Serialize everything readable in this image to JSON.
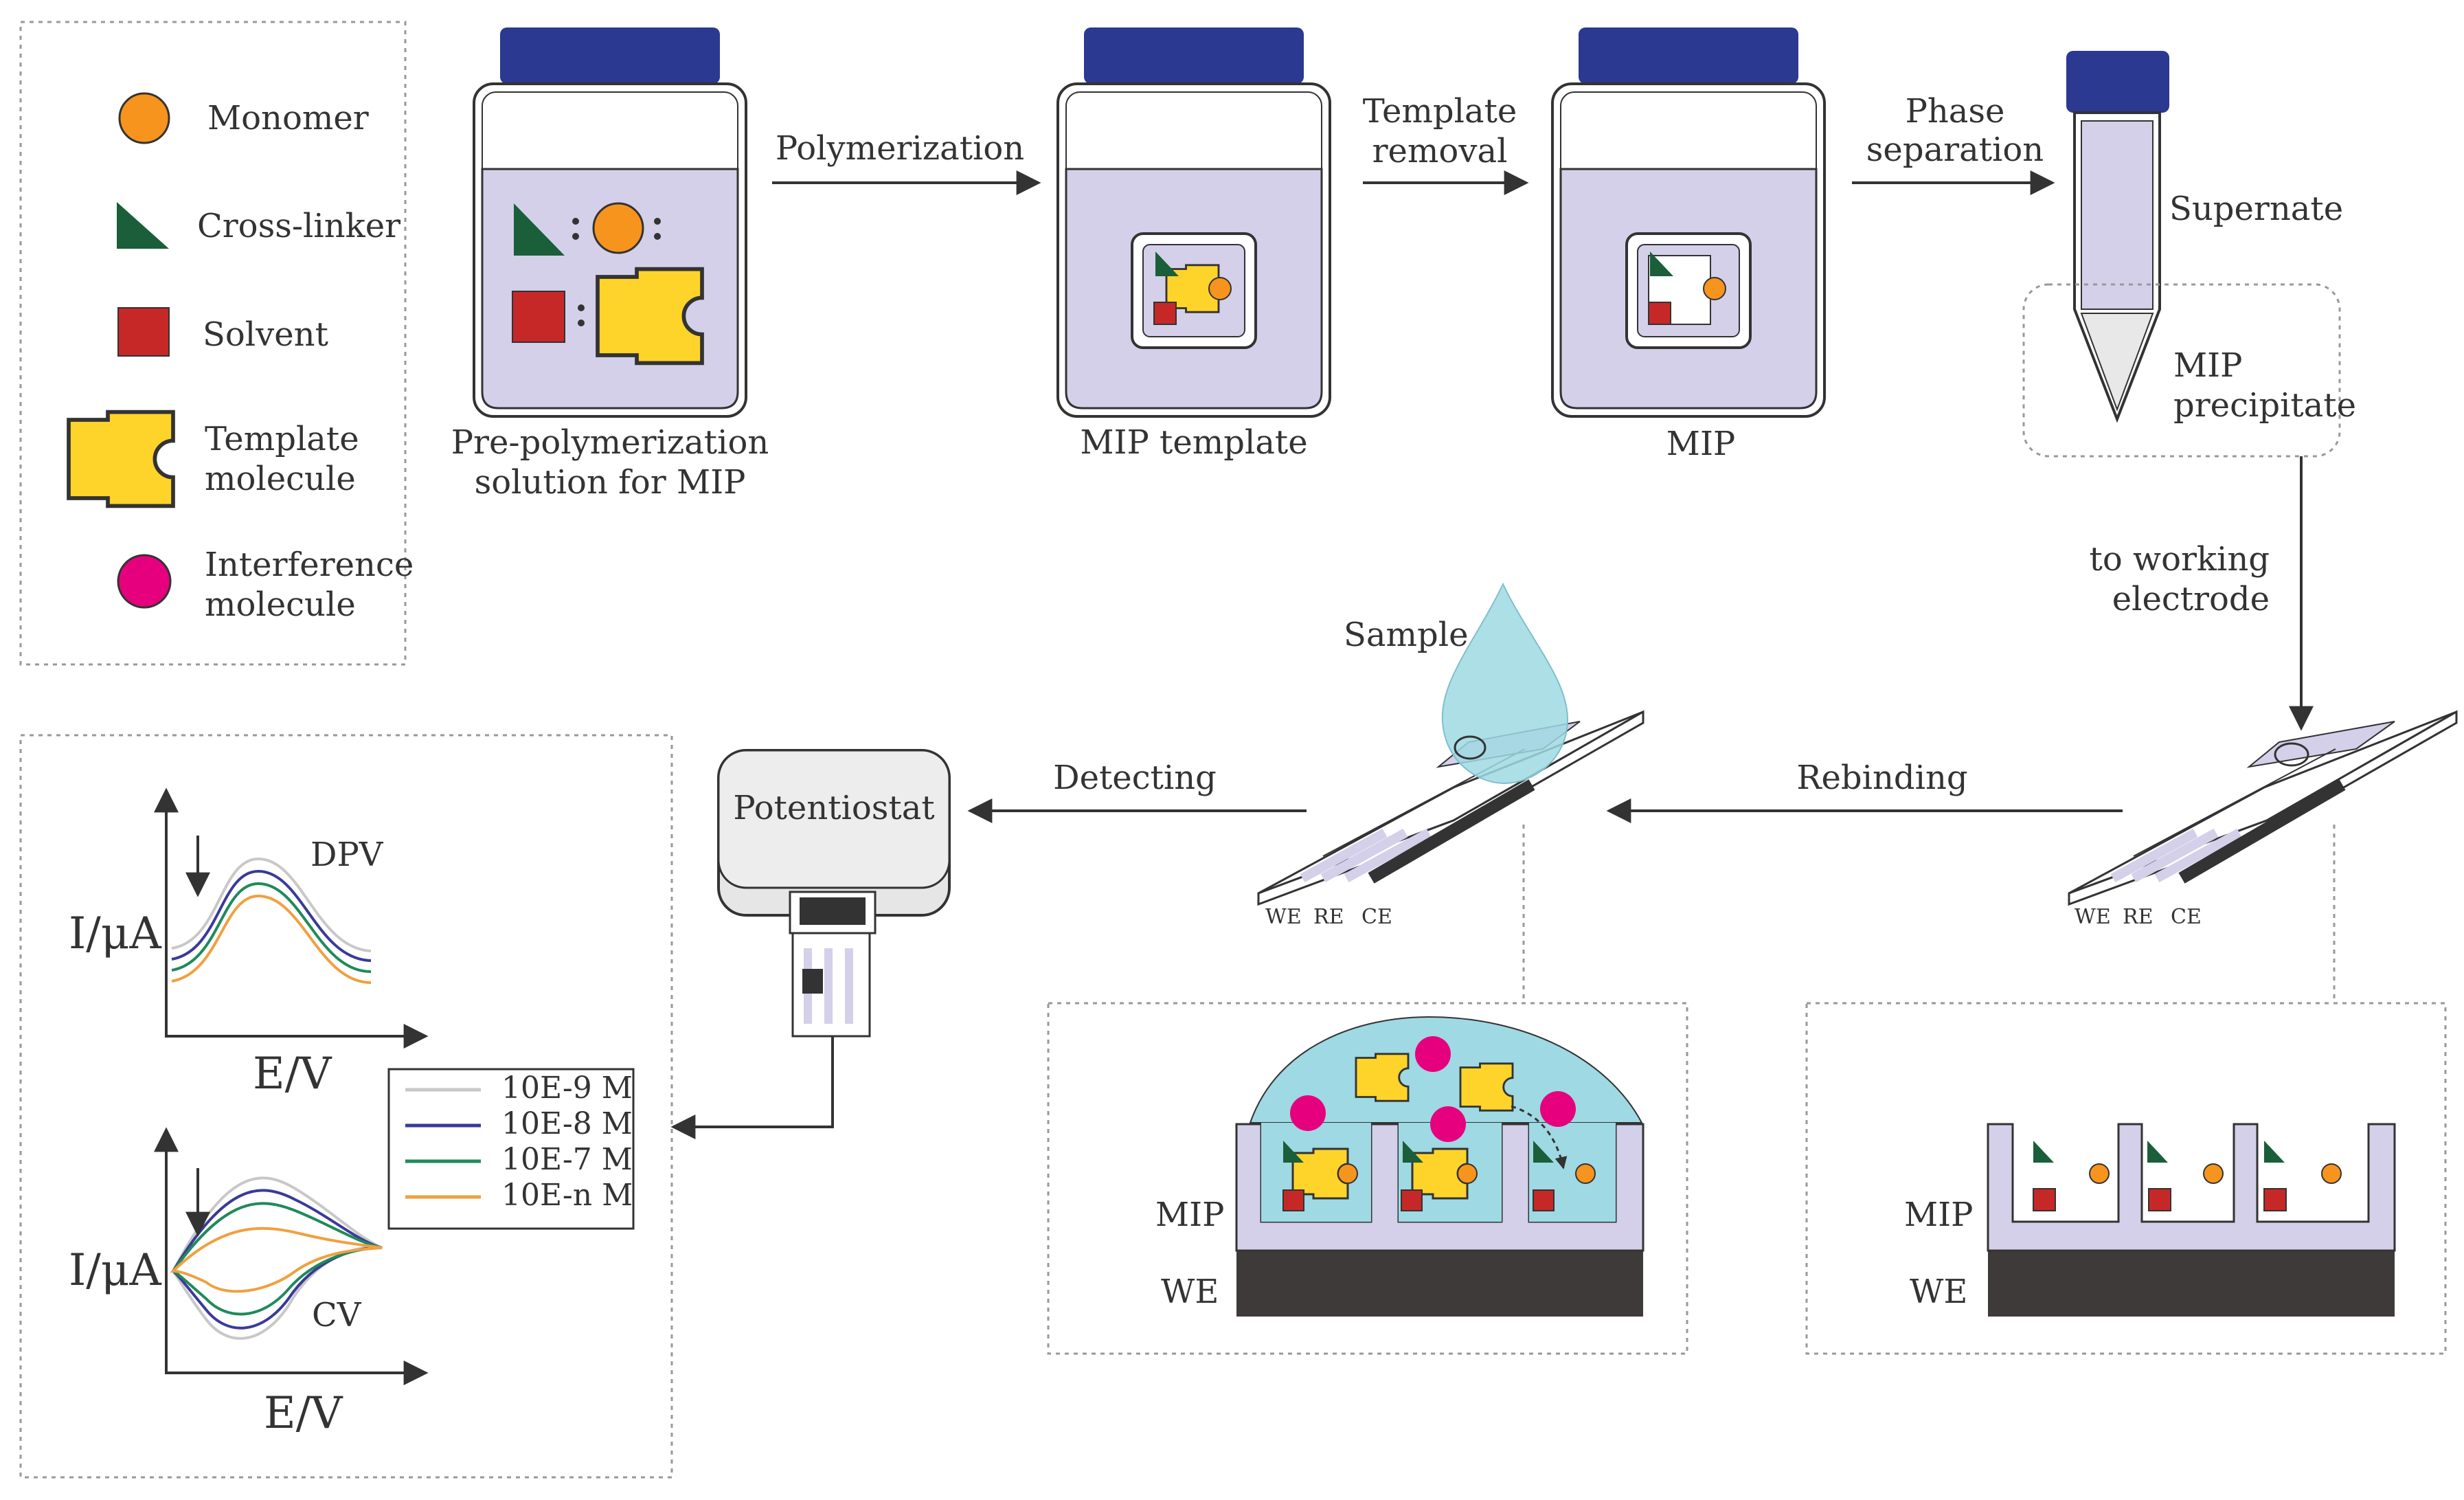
{
  "legend": {
    "items": [
      {
        "label": "Monomer"
      },
      {
        "label": "Cross-linker"
      },
      {
        "label": "Solvent"
      },
      {
        "label": "Template",
        "label2": "molecule"
      },
      {
        "label": "Interference",
        "label2": "molecule"
      }
    ]
  },
  "steps": {
    "prepoly_label1": "Pre-polymerization",
    "prepoly_label2": "solution for MIP",
    "polymerization": "Polymerization",
    "mip_template": "MIP template",
    "template_removal1": "Template",
    "template_removal2": "removal",
    "mip": "MIP",
    "phase_separation1": "Phase",
    "phase_separation2": "separation",
    "supernate": "Supernate",
    "mip_precipitate1": "MIP",
    "mip_precipitate2": "precipitate",
    "to_working1": "to working",
    "to_working2": "electrode",
    "rebinding": "Rebinding",
    "sample": "Sample",
    "detecting": "Detecting",
    "potentiostat": "Potentiostat"
  },
  "electrode": {
    "we": "WE",
    "re": "RE",
    "ce": "CE"
  },
  "zoom": {
    "mip": "MIP",
    "we": "WE"
  },
  "plots": {
    "dpv": {
      "label": "DPV",
      "ylabel": "I/μA",
      "xlabel": "E/V"
    },
    "cv": {
      "label": "CV",
      "ylabel": "I/μA",
      "xlabel": "E/V"
    }
  },
  "conc_legend": [
    {
      "label": "10E-9 M",
      "color": "#c8c8c8"
    },
    {
      "label": "10E-8 M",
      "color": "#3a3a9a"
    },
    {
      "label": "10E-7 M",
      "color": "#1f8a5a"
    },
    {
      "label": "10E-n M",
      "color": "#f0a040"
    }
  ],
  "colors": {
    "monomer": "#f7941d",
    "crosslinker": "#1a5e3a",
    "solvent": "#c62828",
    "template": "#ffd42a",
    "interference": "#e6007e",
    "liquid": "#d4d0ea",
    "cap": "#2b3990",
    "drop": "#9fd9e3"
  }
}
